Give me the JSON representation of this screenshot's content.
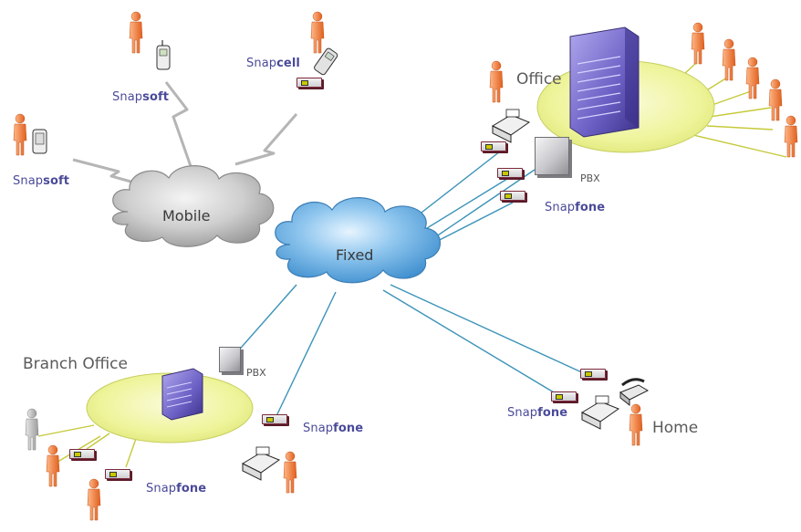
{
  "clouds": {
    "mobile": "Mobile",
    "fixed": "Fixed"
  },
  "places": {
    "office": "Office",
    "branch_office": "Branch Office",
    "home": "Home"
  },
  "pbx": {
    "office": "PBX",
    "branch": "PBX"
  },
  "products": {
    "snapsoft_top": {
      "prefix": "Snap",
      "suffix": "soft"
    },
    "snapsoft_left": {
      "prefix": "Snap",
      "suffix": "soft"
    },
    "snapcell": {
      "prefix": "Snap",
      "suffix": "cell"
    },
    "snapfone_office": {
      "prefix": "Snap",
      "suffix": "fone"
    },
    "snapfone_branch_mid": {
      "prefix": "Snap",
      "suffix": "fone"
    },
    "snapfone_branch": {
      "prefix": "Snap",
      "suffix": "fone"
    },
    "snapfone_home": {
      "prefix": "Snap",
      "suffix": "fone"
    }
  },
  "colors": {
    "link_fixed": "#3b93b8",
    "link_lan": "#c6c93a",
    "wireless": "#b5b5b5",
    "platform_fill": "#edf59a",
    "server_purple": "#5a4fa8",
    "person_orange": "#f07a3a",
    "label_purple": "#4a4a9a"
  }
}
